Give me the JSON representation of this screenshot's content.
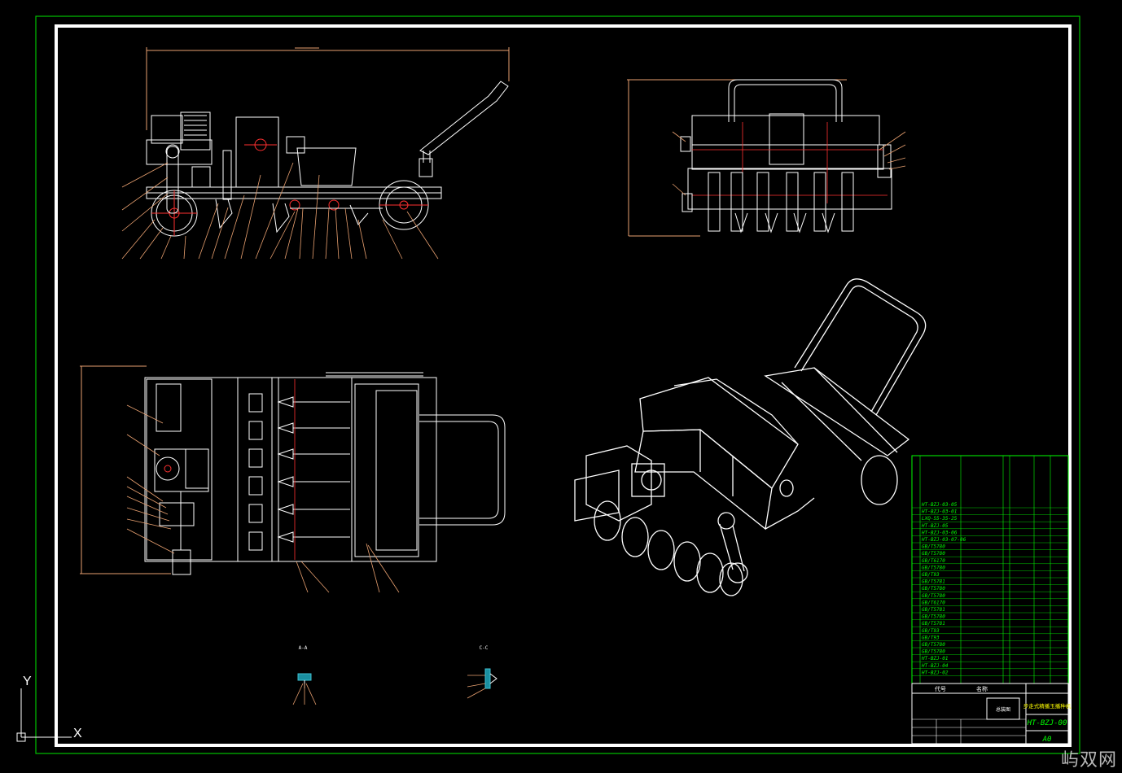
{
  "drawing": {
    "number": "HT-BZJ-00",
    "sheet_size": "A0",
    "watermark": "屿双网",
    "ucs": {
      "y": "Y",
      "x": "X"
    }
  },
  "views": {
    "section_a": "A-A",
    "section_c": "C-C"
  },
  "title_block": {
    "title": "步走式精播玉播种机",
    "stamp": "总装图",
    "header_code": "代号",
    "header_name": "名称"
  },
  "bom_codes": [
    "HT-BZJ-03-05",
    "HT-BZJ-03-01",
    "LXQ-55-35-25",
    "HT-BZJ-05",
    "HT-BZJ-03-06",
    "HT-BZJ-03-07-06",
    "GB/T5780",
    "GB/T5780",
    "GB/T6170",
    "GB/T5780",
    "GB/T93",
    "GB/T5781",
    "GB/T5780",
    "GB/T5780",
    "GB/T6170",
    "GB/T5781",
    "GB/T5780",
    "GB/T5781",
    "GB/T93",
    "GB/T93",
    "GB/T5780",
    "GB/T5780",
    "HT-BZJ-01",
    "HT-BZJ-04",
    "HT-BZJ-02"
  ],
  "colors": {
    "frame": "#00c000",
    "border": "#ffffff",
    "line": "#ffffff",
    "dim": "#e8a070",
    "accent": "#ff3030",
    "bom": "#00ff00"
  }
}
